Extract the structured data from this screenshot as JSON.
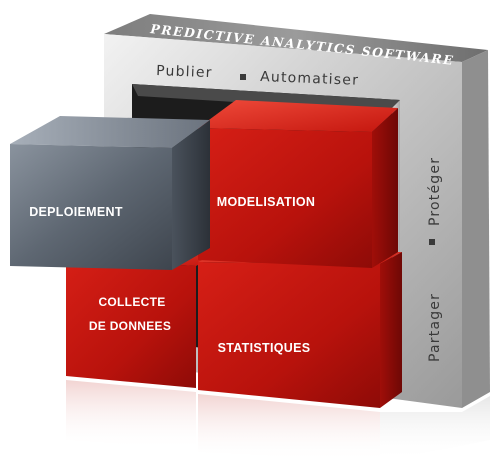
{
  "header": {
    "title": "PREDICTIVE ANALYTICS SOFTWARE"
  },
  "frame": {
    "top_left": "Publier",
    "top_right": "Automatiser",
    "side_top": "Protéger",
    "side_bottom": "Partager"
  },
  "cubes": {
    "deploiement": "DEPLOIEMENT",
    "modelisation": "MODELISATION",
    "collecte_line1": "COLLECTE",
    "collecte_line2": "DE DONNEES",
    "statistiques": "STATISTIQUES"
  },
  "colors": {
    "red": "#c3150f",
    "red_dark": "#8d0d08",
    "steel": "#4e5763",
    "frame": "#b4b4b4"
  }
}
